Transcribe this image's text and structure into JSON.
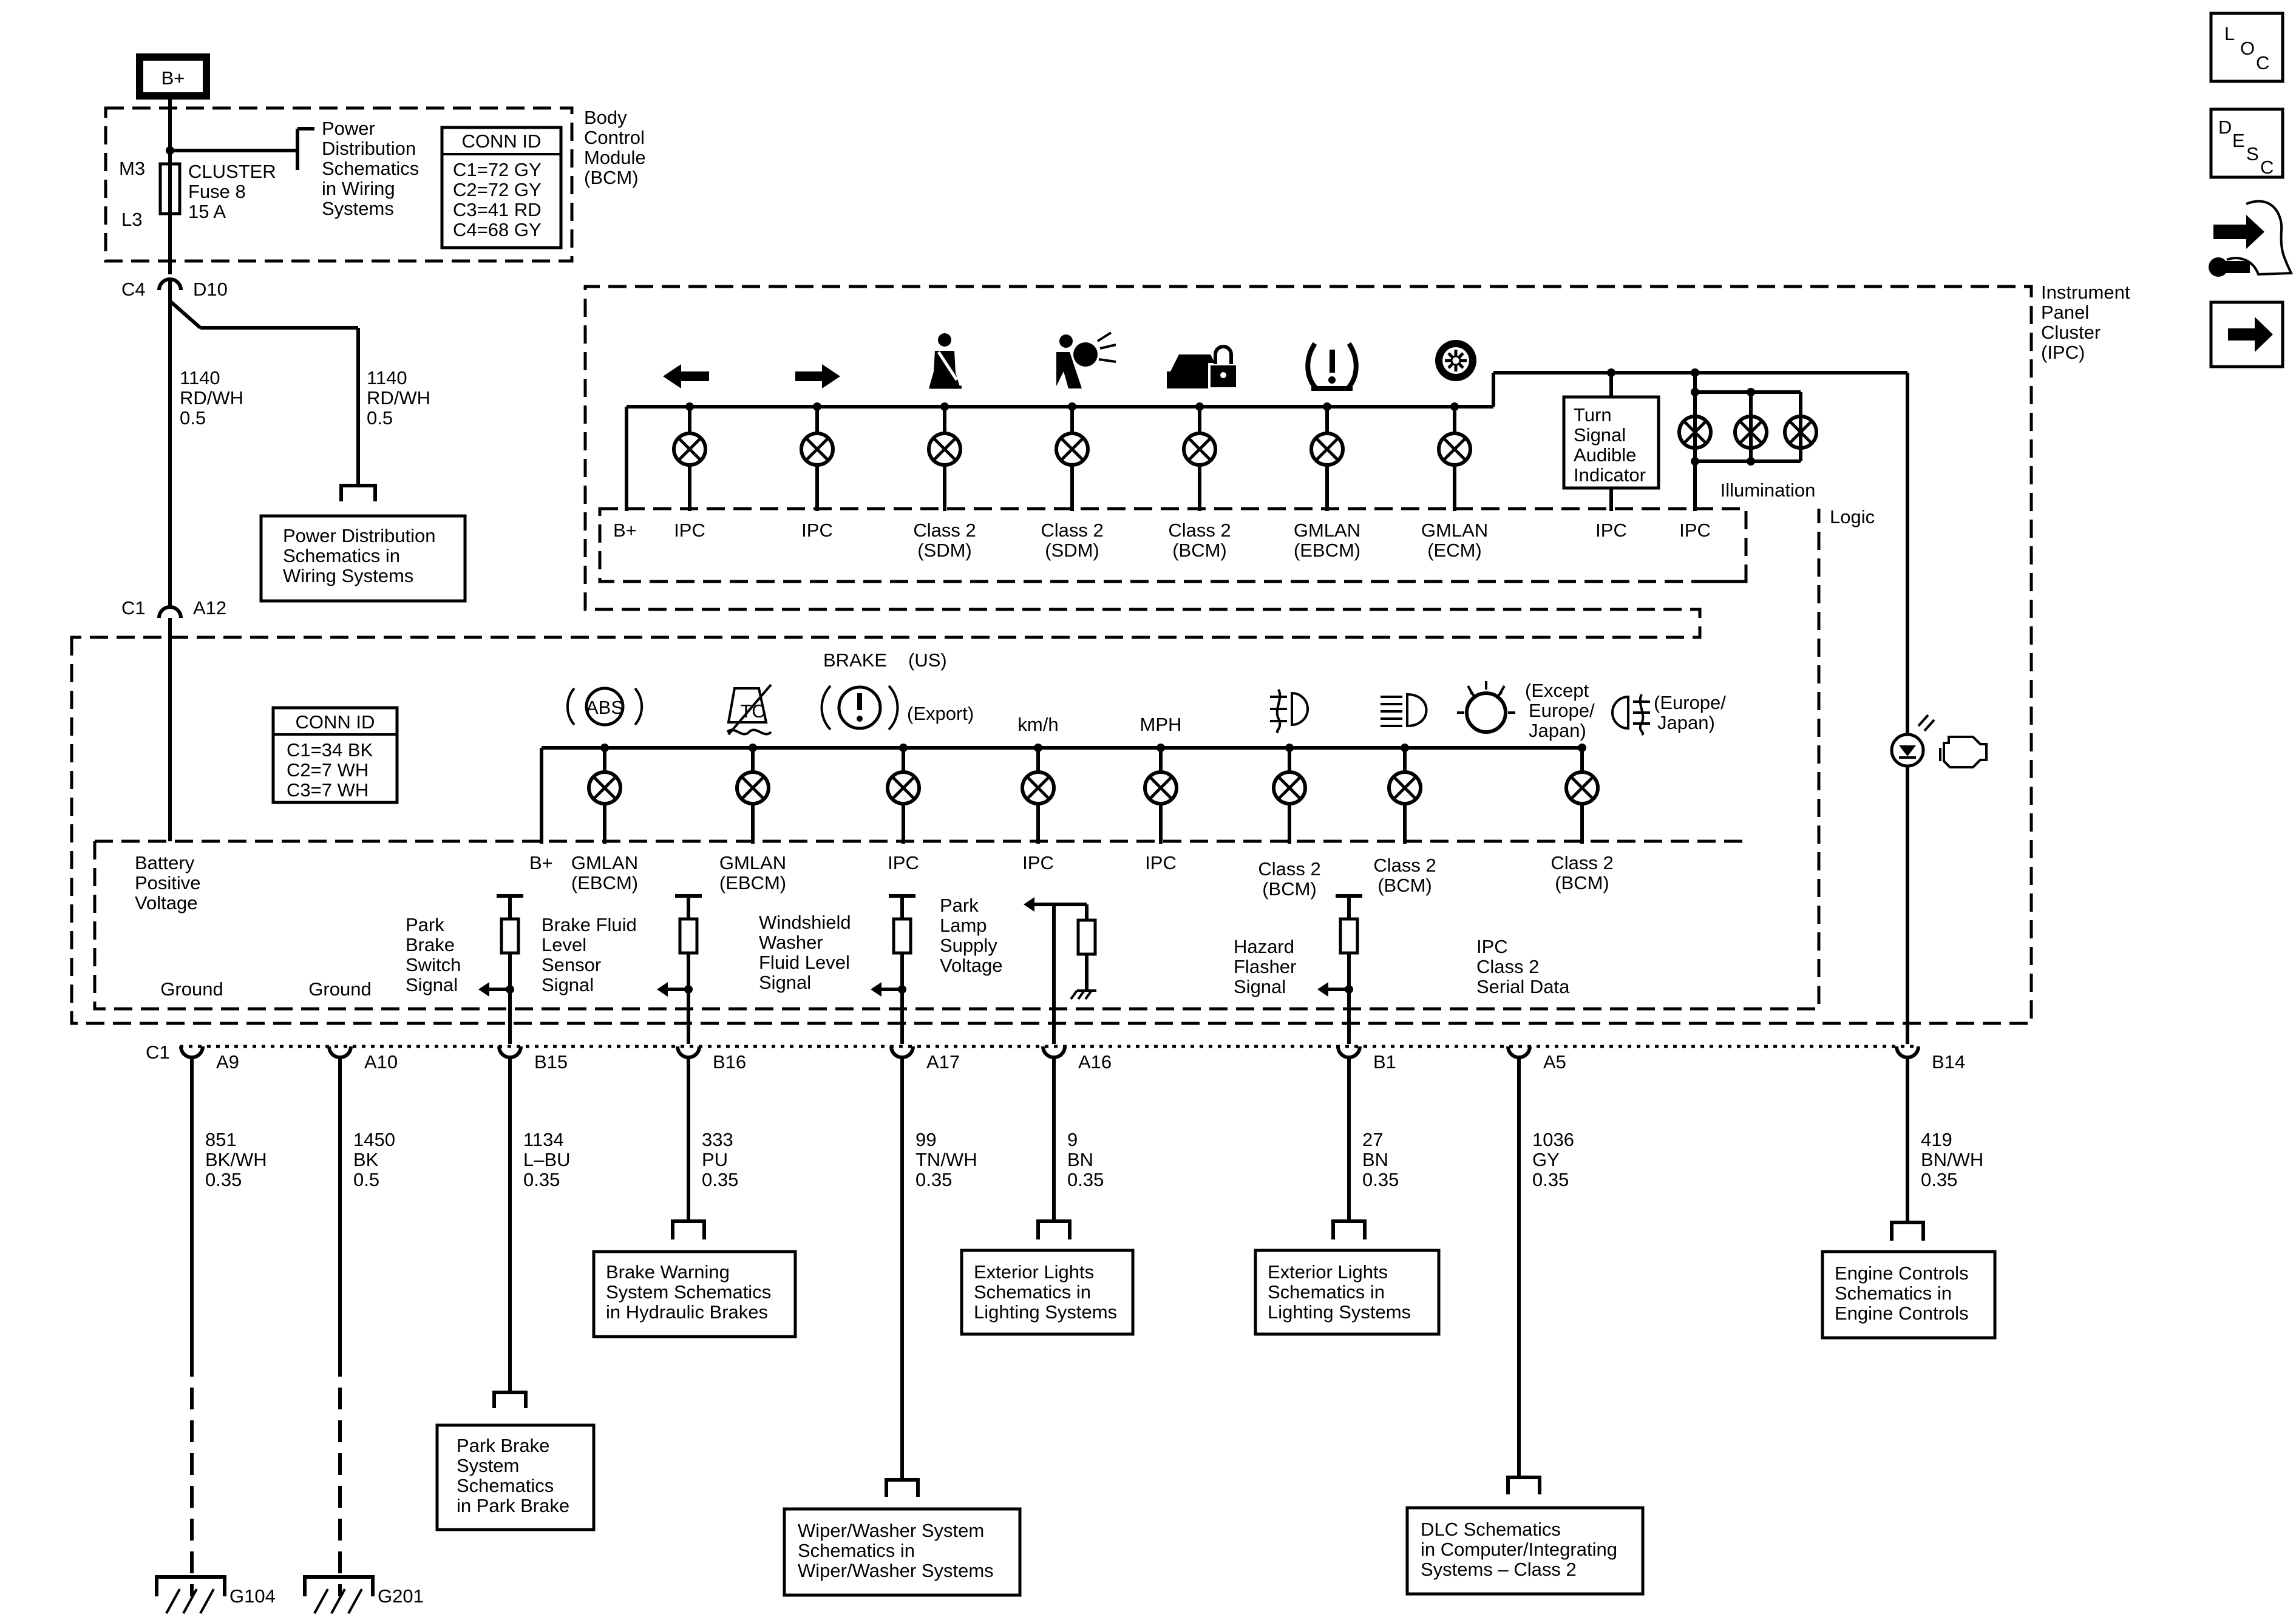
{
  "battery_label": "B+",
  "bcm": {
    "title": [
      "Body",
      "Control",
      "Module",
      "(BCM)"
    ],
    "fuse": [
      "CLUSTER",
      "Fuse 8",
      "15 A"
    ],
    "pin_top": "M3",
    "pin_bottom": "L3",
    "ref": [
      "Power",
      "Distribution",
      "Schematics",
      "in Wiring",
      "Systems"
    ],
    "conn_title": "CONN ID",
    "conn": [
      "C1=72 GY",
      "C2=72 GY",
      "C3=41 RD",
      "C4=68 GY"
    ],
    "out_conn": "C4",
    "out_pin": "D10"
  },
  "wires_top": {
    "left": [
      "1140",
      "RD/WH",
      "0.5"
    ],
    "right": [
      "1140",
      "RD/WH",
      "0.5"
    ]
  },
  "power_ref": [
    "Power Distribution",
    "Schematics in",
    "Wiring Systems"
  ],
  "ipc_conn_top": {
    "conn": "C1",
    "pin": "A12"
  },
  "ipc": {
    "title": [
      "Instrument",
      "Panel",
      "Cluster",
      "(IPC)"
    ],
    "conn_title": "CONN ID",
    "conn": [
      "C1=34 BK",
      "C2=7 WH",
      "C3=7 WH"
    ],
    "logic": "Logic",
    "illumination": "Illumination",
    "turn_signal": [
      "Turn",
      "Signal",
      "Audible",
      "Indicator"
    ],
    "top_bplus": "B+",
    "top_row": [
      {
        "icon": "left-arrow-icon",
        "label": [
          "IPC"
        ]
      },
      {
        "icon": "right-arrow-icon",
        "label": [
          "IPC"
        ]
      },
      {
        "icon": "seatbelt-icon",
        "label": [
          "Class 2",
          "(SDM)"
        ]
      },
      {
        "icon": "airbag-icon",
        "label": [
          "Class 2",
          "(SDM)"
        ]
      },
      {
        "icon": "security-car-icon",
        "label": [
          "Class 2",
          "(BCM)"
        ]
      },
      {
        "icon": "tire-pressure-icon",
        "label": [
          "GMLAN",
          "(EBCM)"
        ]
      },
      {
        "icon": "gear-icon",
        "label": [
          "GMLAN",
          "(ECM)"
        ]
      }
    ],
    "turn_label": "IPC",
    "illum_label": "IPC",
    "brake_title": "BRAKE",
    "brake_us": "(US)",
    "bottom_bplus": "B+",
    "bottom_row": [
      {
        "icon": "abs-icon",
        "label": [
          "GMLAN",
          "(EBCM)"
        ],
        "text": "ABS"
      },
      {
        "icon": "traction-off-icon",
        "label": [
          "GMLAN",
          "(EBCM)"
        ],
        "text": "TC"
      },
      {
        "icon": "brake-warning-icon",
        "label": [
          "IPC"
        ],
        "note": "(Export)"
      },
      {
        "icon": "",
        "label": [
          "IPC"
        ],
        "text": "km/h"
      },
      {
        "icon": "",
        "label": [
          "IPC"
        ],
        "text": "MPH"
      },
      {
        "icon": "fog-lamp-icon",
        "label": [
          "Class 2",
          "(BCM)"
        ]
      },
      {
        "icon": "high-beam-icon",
        "label": [
          "Class 2",
          "(BCM)"
        ]
      },
      {
        "icon": "lamp-out-icon",
        "label": [
          "Class 2",
          "(BCM)"
        ]
      }
    ],
    "except_note": [
      "(Except",
      "Europe/",
      "Japan)"
    ],
    "europe_note": [
      "(Europe/",
      "Japan)"
    ],
    "battery_voltage": [
      "Battery",
      "Positive",
      "Voltage"
    ],
    "ground1": "Ground",
    "ground2": "Ground",
    "park_brake_signal": [
      "Park",
      "Brake",
      "Switch",
      "Signal"
    ],
    "brake_fluid_signal": [
      "Brake Fluid",
      "Level",
      "Sensor",
      "Signal"
    ],
    "washer_signal": [
      "Windshield",
      "Washer",
      "Fluid Level",
      "Signal"
    ],
    "park_lamp": [
      "Park",
      "Lamp",
      "Supply",
      "Voltage"
    ],
    "hazard": [
      "Hazard",
      "Flasher",
      "Signal"
    ],
    "serial": [
      "IPC",
      "Class 2",
      "Serial Data"
    ]
  },
  "bottom_conn": "C1",
  "pins": [
    "A9",
    "A10",
    "B15",
    "B16",
    "A17",
    "A16",
    "B1",
    "A5",
    "B14"
  ],
  "wires": [
    [
      "851",
      "BK/WH",
      "0.35"
    ],
    [
      "1450",
      "BK",
      "0.5"
    ],
    [
      "1134",
      "L–BU",
      "0.35"
    ],
    [
      "333",
      "PU",
      "0.35"
    ],
    [
      "99",
      "TN/WH",
      "0.35"
    ],
    [
      "9",
      "BN",
      "0.35"
    ],
    [
      "27",
      "BN",
      "0.35"
    ],
    [
      "1036",
      "GY",
      "0.35"
    ],
    [
      "419",
      "BN/WH",
      "0.35"
    ]
  ],
  "refs": {
    "brake_warning": [
      "Brake Warning",
      "System Schematics",
      "in Hydraulic Brakes"
    ],
    "park_brake": [
      "Park Brake",
      "System",
      "Schematics",
      "in Park Brake"
    ],
    "wiper": [
      "Wiper/Washer System",
      "Schematics in",
      "Wiper/Washer Systems"
    ],
    "exterior1": [
      "Exterior Lights",
      "Schematics in",
      "Lighting Systems"
    ],
    "exterior2": [
      "Exterior Lights",
      "Schematics in",
      "Lighting Systems"
    ],
    "dlc": [
      "DLC Schematics",
      "in Computer/Integrating",
      "Systems – Class 2"
    ],
    "engine": [
      "Engine Controls",
      "Schematics in",
      "Engine Controls"
    ]
  },
  "grounds": [
    "G104",
    "G201"
  ],
  "nav": {
    "loc": [
      "L",
      "O",
      "C"
    ],
    "desc": [
      "D",
      "E",
      "S",
      "C"
    ]
  }
}
